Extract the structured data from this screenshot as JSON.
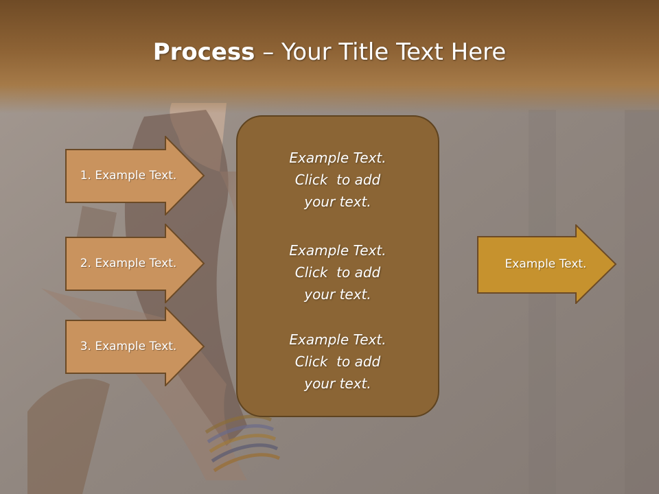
{
  "slide": {
    "title_bold": "Process",
    "title_rest": " – Your Title Text Here"
  },
  "steps": [
    {
      "label": "1. Example Text."
    },
    {
      "label": "2. Example Text."
    },
    {
      "label": "3. Example Text."
    }
  ],
  "center_blocks": [
    {
      "lines": [
        "Example Text.",
        "Click  to add",
        "your text."
      ]
    },
    {
      "lines": [
        "Example Text.",
        "Click  to add",
        "your text."
      ]
    },
    {
      "lines": [
        "Example Text.",
        "Click  to add",
        "your text."
      ]
    }
  ],
  "result": {
    "label": "Example Text."
  },
  "colors": {
    "title_band": "#8e6335",
    "step_fill": "#c9935e",
    "step_border": "#6b4a26",
    "panel_fill": "#8b6535",
    "result_fill": "#c6922e"
  }
}
